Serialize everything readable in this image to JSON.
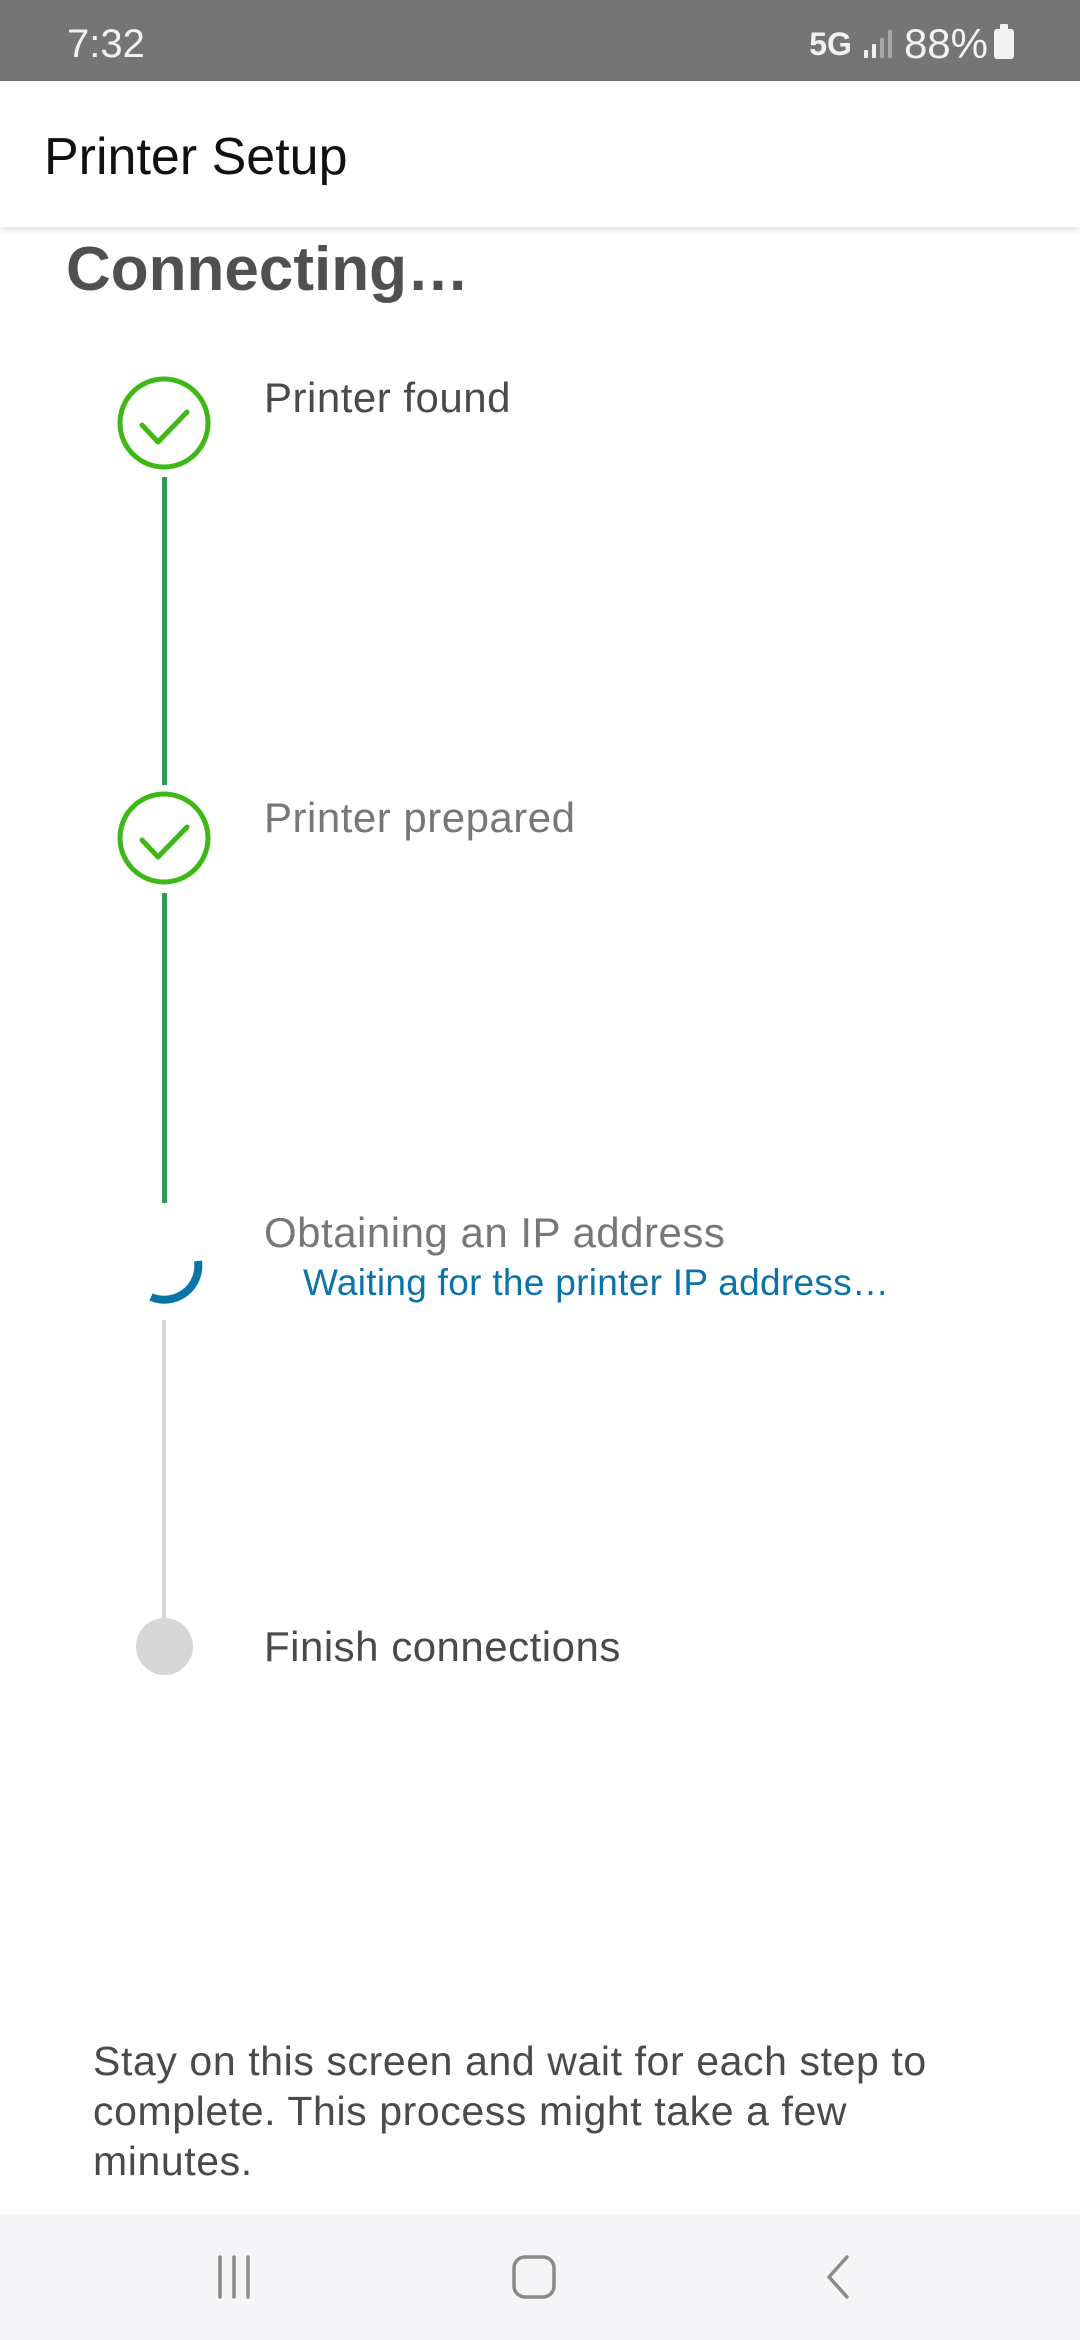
{
  "status_bar": {
    "time": "7:32",
    "network": "5G",
    "signal_icon": "signal-bars-icon",
    "battery_percent": "88%",
    "battery_icon": "battery-icon"
  },
  "app_bar": {
    "title": "Printer Setup"
  },
  "main": {
    "heading": "Connecting…",
    "steps": [
      {
        "label": "Printer found",
        "state": "complete",
        "icon": "check-circle-icon"
      },
      {
        "label": "Printer prepared",
        "state": "complete",
        "icon": "check-circle-icon"
      },
      {
        "label": "Obtaining an IP address",
        "state": "in-progress",
        "icon": "spinner-icon",
        "sublabel": "Waiting for the printer IP address…"
      },
      {
        "label": "Finish connections",
        "state": "pending",
        "icon": "pending-dot-icon"
      }
    ],
    "footer_note": "Stay on this screen and wait for each step to complete. This process might take a few minutes."
  },
  "nav_bar": {
    "recents_icon": "recents-icon",
    "home_icon": "home-icon",
    "back_icon": "back-icon"
  },
  "colors": {
    "status_bar_bg": "#757575",
    "check_green": "#3db814",
    "connector_green": "#2e9b5b",
    "spinner_blue": "#0a73a8",
    "pending_gray": "#d6d6d6",
    "nav_bar_bg": "#f5f5f7"
  }
}
